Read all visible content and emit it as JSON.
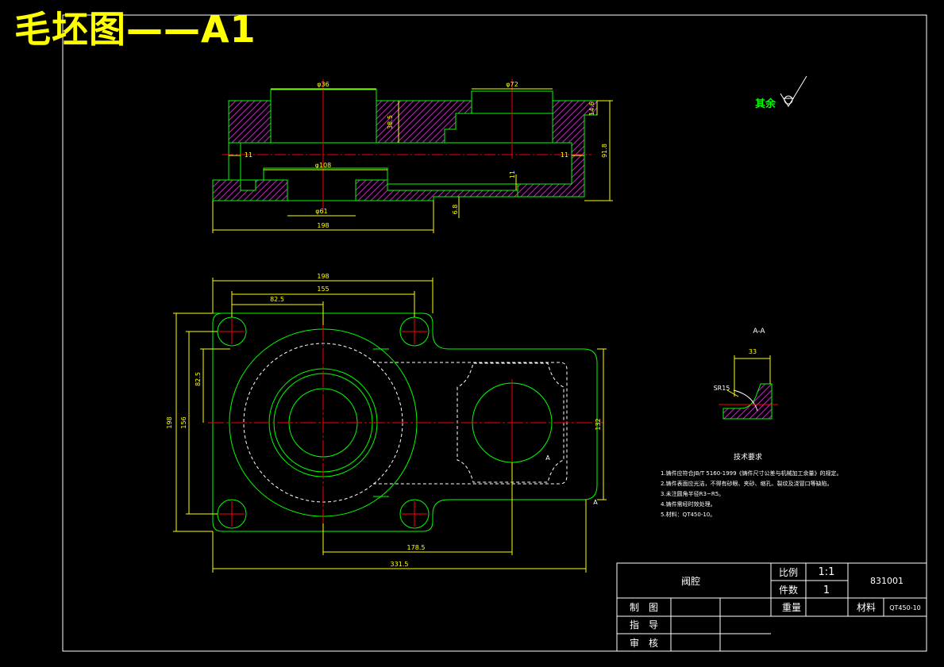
{
  "drawing": {
    "title": "毛坯图——A1",
    "colors": {
      "background": "#000000",
      "outline": "#00ff00",
      "dimension": "#ffff00",
      "centerline": "#ff0000",
      "hatch": "#ff00ff",
      "text": "#ffffff",
      "title": "#ffff00"
    }
  },
  "top_view": {
    "dims": {
      "bore_top_left": "φ36",
      "bore_top_right": "φ72",
      "bore_mid": "φ108",
      "bore_bottom": "φ61",
      "length": "198",
      "wall_height": "38.5",
      "thickness_right": "14.6",
      "height_total": "91.8",
      "left_step": "11",
      "right_step": "11",
      "inner_l": "11",
      "bottom_small": "6.8"
    }
  },
  "plan_view": {
    "dims": {
      "width_total": "198",
      "hole_span": "155",
      "left_offset": "82.5",
      "right_length": "178.5",
      "overall_length": "331.5",
      "height_total": "198",
      "height_inner": "156",
      "left_small": "82.5",
      "right_height": "132"
    },
    "marker": "A"
  },
  "section": {
    "label": "A-A",
    "width": "33",
    "radius": "SR15"
  },
  "surface_finish": {
    "label": "其余"
  },
  "tech_requirements": {
    "heading": "技术要求",
    "lines": [
      "1.铸件应符合JB/T 5160-1999《铸件尺寸公差与机械加工余量》的规定。",
      "2.铸件表面应光洁，不得有砂眼、夹砂、缩孔、裂纹及浇冒口等缺陷。",
      "3.未注圆角半径R3~R5。",
      "4.铸件需经时效处理。",
      "5.材料：QT450-10。"
    ]
  },
  "title_block": {
    "part_name": "阀腔",
    "scale_label": "比例",
    "scale_value": "1:1",
    "qty_label": "件数",
    "qty_value": "1",
    "drawing_number": "831001",
    "weight_label": "重量",
    "material_label": "材料",
    "material_value": "QT450-10",
    "drawn_label": "制　图",
    "guide_label": "指　导",
    "review_label": "审　核"
  }
}
